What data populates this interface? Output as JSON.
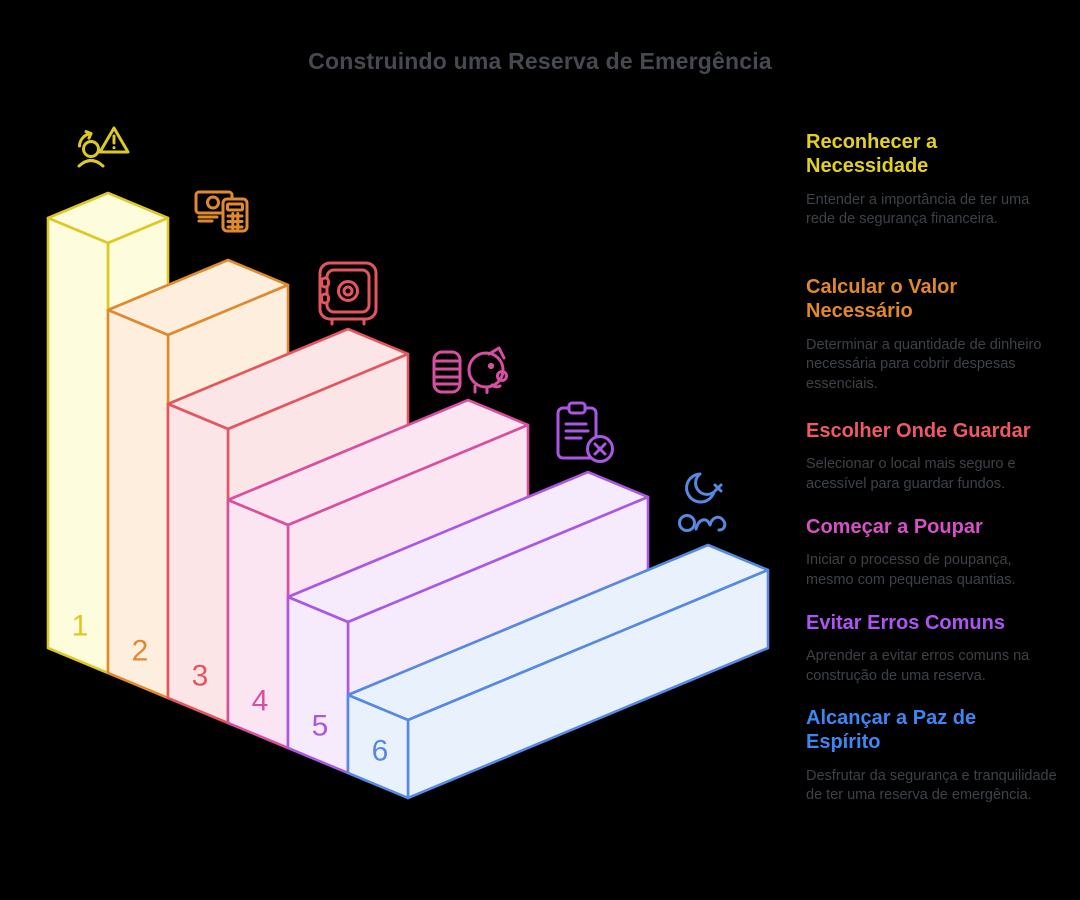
{
  "title": "Construindo uma Reserva de Emergência",
  "theme": {
    "background": "#000000",
    "title_color": "#46494f",
    "body_text_color": "#3d4249"
  },
  "diagram": {
    "type": "isometric-staircase",
    "direction": "descending-left-to-right",
    "step_count": 6
  },
  "steps": [
    {
      "number": "1",
      "title": "Reconhecer a Necessidade",
      "description": "Entender a importância de ter uma rede de segurança financeira.",
      "icon": "user-alert-icon",
      "colors": {
        "stroke": "#ddc926",
        "fill": "#fdfcdc",
        "heading": "#e4d021"
      }
    },
    {
      "number": "2",
      "title": "Calcular o Valor Necessário",
      "description": "Determinar a quantidade de dinheiro necessária para cobrir despesas essenciais.",
      "icon": "money-calculator-icon",
      "colors": {
        "stroke": "#df8a2e",
        "fill": "#fdeede",
        "heading": "#e0882b"
      }
    },
    {
      "number": "3",
      "title": "Escolher Onde Guardar",
      "description": "Selecionar o local mais seguro e acessível para guardar fundos.",
      "icon": "safe-icon",
      "colors": {
        "stroke": "#e4555e",
        "fill": "#fce5e6",
        "heading": "#ee5a64"
      }
    },
    {
      "number": "4",
      "title": "Começar a Poupar",
      "description": "Iniciar o processo de poupança, mesmo com pequenas quantias.",
      "icon": "piggy-bank-icon",
      "colors": {
        "stroke": "#d94f9f",
        "fill": "#fbe5f2",
        "heading": "#d651c5"
      }
    },
    {
      "number": "5",
      "title": "Evitar Erros Comuns",
      "description": "Aprender a evitar erros comuns na construção de uma reserva.",
      "icon": "clipboard-x-icon",
      "colors": {
        "stroke": "#aa58e4",
        "fill": "#f6eafd",
        "heading": "#ad55f2"
      }
    },
    {
      "number": "6",
      "title": "Alcançar a Paz de Espírito",
      "description": "Desfrutar da segurança e tranquilidade de ter uma reserva de emergência.",
      "icon": "sleeping-person-icon",
      "colors": {
        "stroke": "#5589e2",
        "fill": "#e9f1fc",
        "heading": "#3e86f3"
      }
    }
  ]
}
